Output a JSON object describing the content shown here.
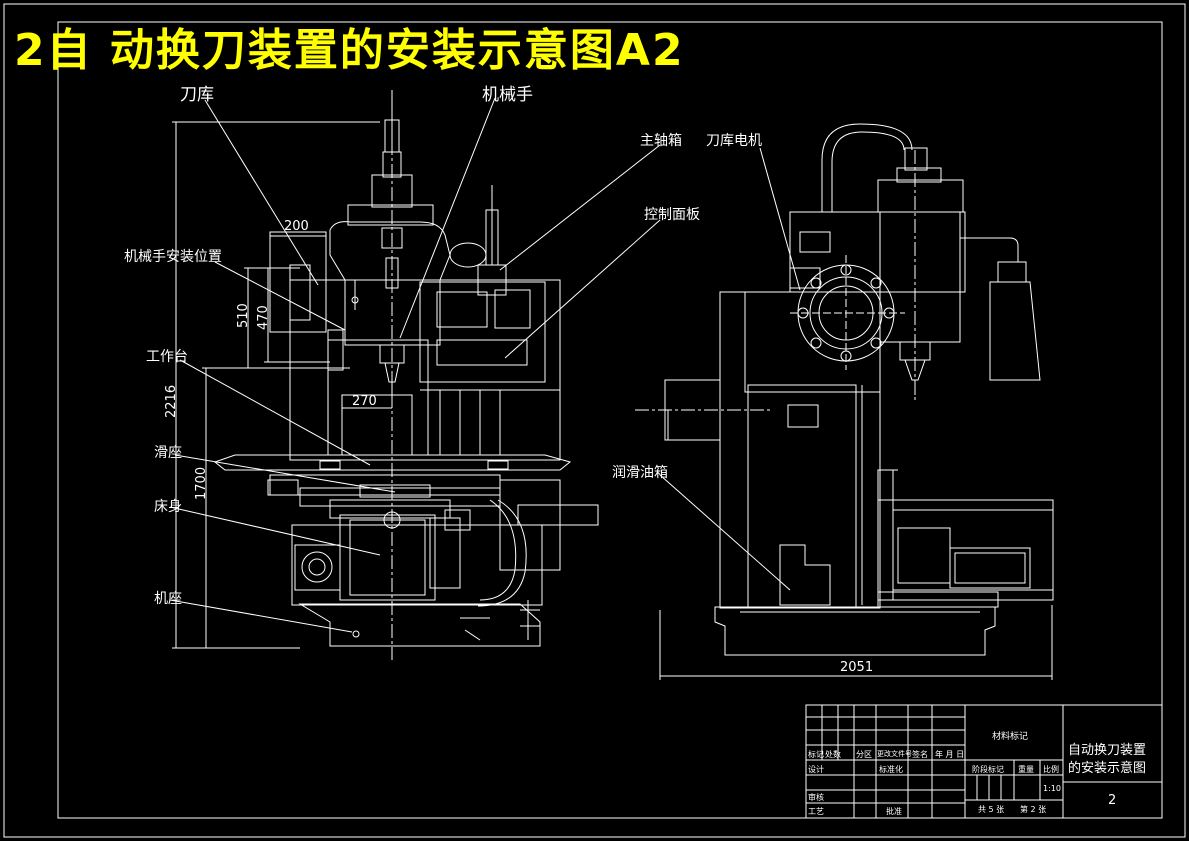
{
  "title": "2自 动换刀装置的安装示意图A2",
  "labels": {
    "tool_magazine": "刀库",
    "manipulator": "机械手",
    "spindle_box": "主轴箱",
    "magazine_motor": "刀库电机",
    "control_panel": "控制面板",
    "manipulator_mount": "机械手安装位置",
    "worktable": "工作台",
    "slide": "滑座",
    "bed": "床身",
    "base": "机座",
    "lube_tank": "润滑油箱"
  },
  "dimensions": {
    "d200": "200",
    "d510": "510",
    "d470": "470",
    "d270": "270",
    "d2216": "2216",
    "d1700": "1700",
    "d2051": "2051"
  },
  "title_block": {
    "material_mark": "材料标记",
    "drawing_name_line1": "自动换刀装置",
    "drawing_name_line2": "的安装示意图",
    "drawing_no": "2",
    "row_labels": [
      "标记",
      "处数",
      "分区",
      "更改文件号",
      "签名",
      "年 月 日"
    ],
    "design": "设计",
    "standardize": "标准化",
    "stage_mark": "阶段标记",
    "weight": "重量",
    "scale": "比例",
    "scale_value": "1:10",
    "check": "审核",
    "process": "工艺",
    "approve": "批准",
    "sheets_total": "共 5 张",
    "sheet_no": "第 2 张"
  },
  "colors": {
    "background": "#000000",
    "lines": "#ffffff",
    "title": "#ffff00"
  }
}
